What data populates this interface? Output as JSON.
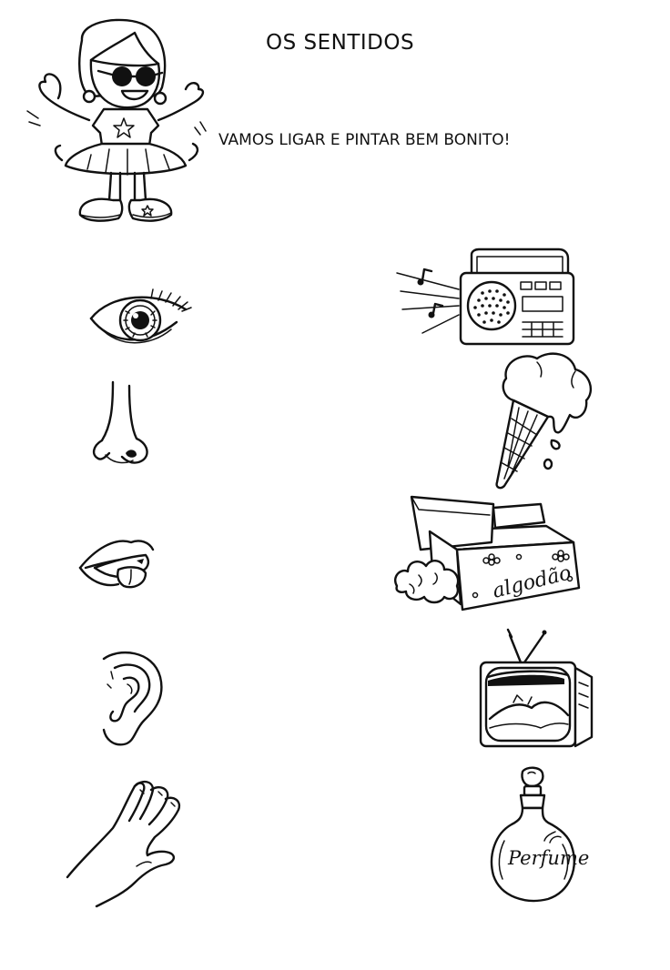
{
  "worksheet": {
    "title": "OS SENTIDOS",
    "instruction": "VAMOS LIGAR E PINTAR BEM BONITO!"
  },
  "left_column": [
    {
      "icon": "eye-icon"
    },
    {
      "icon": "nose-icon"
    },
    {
      "icon": "mouth-icon"
    },
    {
      "icon": "ear-icon"
    },
    {
      "icon": "hand-icon"
    }
  ],
  "right_column": [
    {
      "icon": "radio-icon"
    },
    {
      "icon": "ice-cream-icon"
    },
    {
      "icon": "cotton-box-icon",
      "label": "algodão"
    },
    {
      "icon": "tv-icon"
    },
    {
      "icon": "perfume-bottle-icon",
      "label": "Perfume"
    }
  ]
}
